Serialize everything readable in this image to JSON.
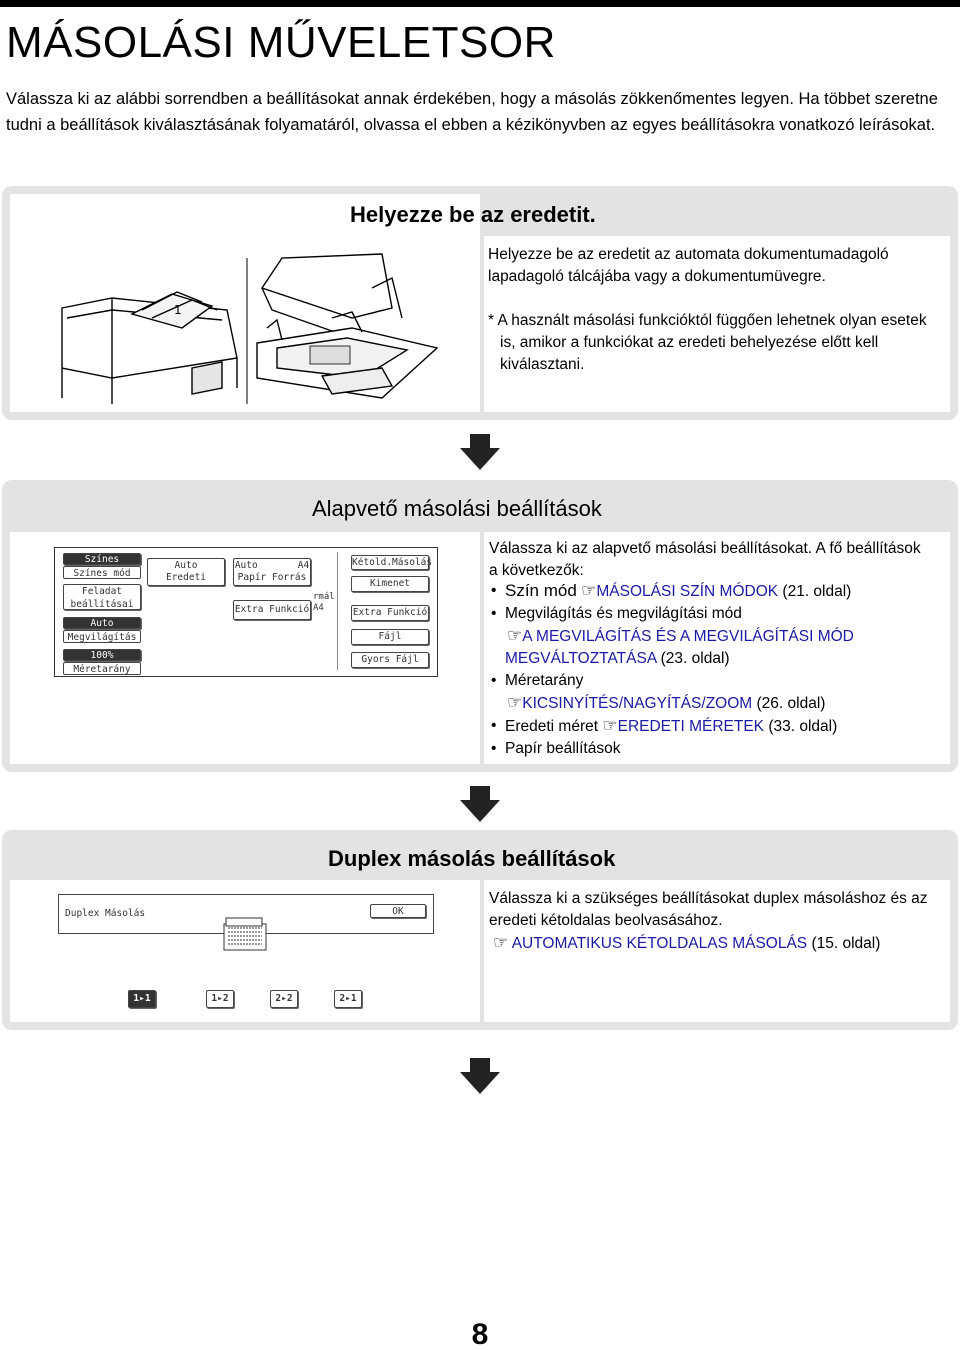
{
  "title": "MÁSOLÁSI MŰVELETSOR",
  "intro": "Válassza ki az alábbi sorrendben a beállításokat annak érdekében, hogy a másolás zökkenőmentes legyen. Ha többet szeretne tudni a beállítások kiválasztásának folyamatáról, olvassa el ebben a kézikönyvben az egyes beállításokra vonatkozó leírásokat.",
  "step1": {
    "title": "Helyezze be az eredetit.",
    "text": "Helyezze be az eredetit az automata dokumentumadagoló lapadagoló tálcájába vagy a dokumentumüvegre.",
    "note": "* A használt másolási funkcióktól függően lehetnek olyan esetek is, amikor a funkciókat az eredeti behelyezése előtt kell kiválasztani."
  },
  "step2": {
    "title": "Alapvető másolási beállítások",
    "lead": "Válassza ki az alapvető másolási beállításokat. A fő beállítások a következők:",
    "items": {
      "i1_text": "Szín mód",
      "i1_link": "MÁSOLÁSI SZÍN MÓDOK",
      "i1_page": " (21. oldal)",
      "i2_text": "Megvilágítás és megvilágítási mód",
      "i2_link": "A MEGVILÁGÍTÁS ÉS A MEGVILÁGÍTÁSI MÓD MEGVÁLTOZTATÁSA",
      "i2_page": " (23. oldal)",
      "i3_text": "Méretarány",
      "i3_link": "KICSINYÍTÉS/NAGYÍTÁS/ZOOM",
      "i3_page": " (26. oldal)",
      "i4_text": "Eredeti méret",
      "i4_link": "EREDETI MÉRETEK",
      "i4_page": " (33. oldal)",
      "i5_text": "Papír beállítások"
    },
    "screen": {
      "color_top": "Színes",
      "color_mode": "Színes mód",
      "job_settings": "Feladat beállításai",
      "exposure_top": "Auto",
      "exposure": "Megvilágítás",
      "ratio_top": "100%",
      "ratio": "Méretarány",
      "original_top": "Auto",
      "original": "Eredeti",
      "paper_top": "Auto       A4",
      "paper": "Papír Forrás",
      "extra1": "Extra Funkció",
      "normal_frag": "rmál",
      "a4_frag": "A4",
      "duplex": "Kétold.Másolás",
      "output": "Kimenet",
      "extra2": "Extra Funkció",
      "file": "Fájl",
      "quick_file": "Gyors Fájl"
    }
  },
  "step3": {
    "title": "Duplex másolás beállítások",
    "lead": "Válassza ki a szükséges beállításokat duplex másoláshoz és az eredeti kétoldalas beolvasásához.",
    "link": "AUTOMATIKUS KÉTOLDALAS MÁSOLÁS",
    "page": " (15. oldal)",
    "screen": {
      "header": "Duplex Másolás",
      "ok": "OK",
      "b1": "1▸1",
      "b2": "1▸2",
      "b3": "2▸2",
      "b4": "2▸1"
    }
  },
  "page_number": "8"
}
